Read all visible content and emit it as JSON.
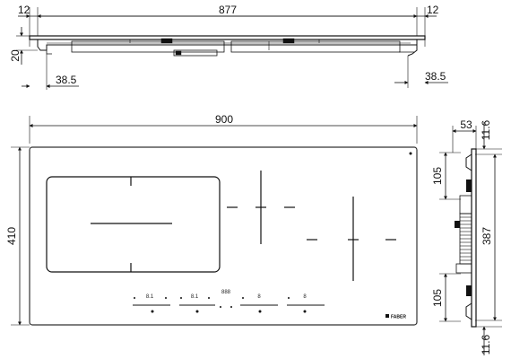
{
  "dims": {
    "top_left_overhang": "12",
    "top_width": "877",
    "top_right_overhang": "12",
    "side_height": "20",
    "left_offset": "38.5",
    "right_offset": "38.5",
    "full_width": "900",
    "full_depth": "410",
    "side_top_width": "53",
    "side_top_gap": "11.6",
    "side_upper": "105",
    "side_middle": "387",
    "side_lower": "105",
    "side_bottom_gap": "11.6"
  },
  "brand": "FABER",
  "controls": {
    "zone_labels": [
      "8.1",
      "8.1",
      "8",
      "8"
    ],
    "timer": "888"
  },
  "colors": {
    "line": "#111111",
    "glass_outline": "#333333"
  }
}
